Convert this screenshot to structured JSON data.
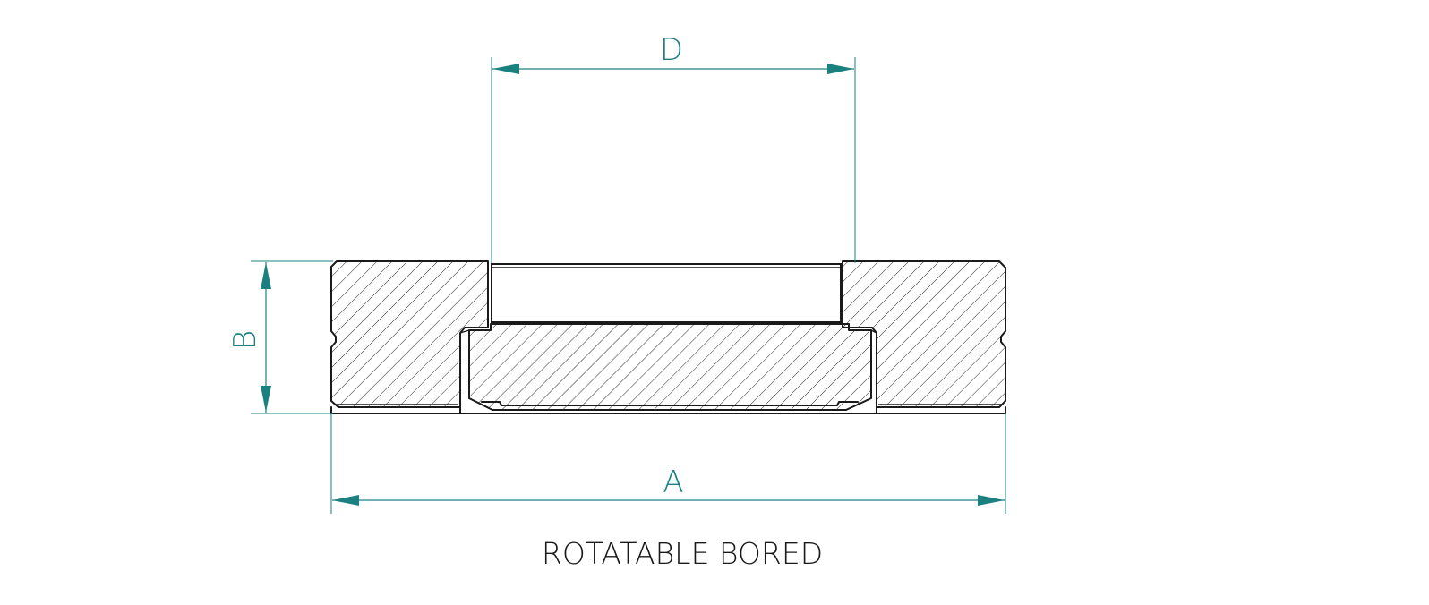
{
  "colors": {
    "dimension": "#1a8080",
    "outline": "#1a1a1a",
    "hatch": "#2a2a2a",
    "background": "#ffffff"
  },
  "dimensions": {
    "d_label": "D",
    "b_label": "B",
    "a_label": "A"
  },
  "caption": "ROTATABLE BORED"
}
